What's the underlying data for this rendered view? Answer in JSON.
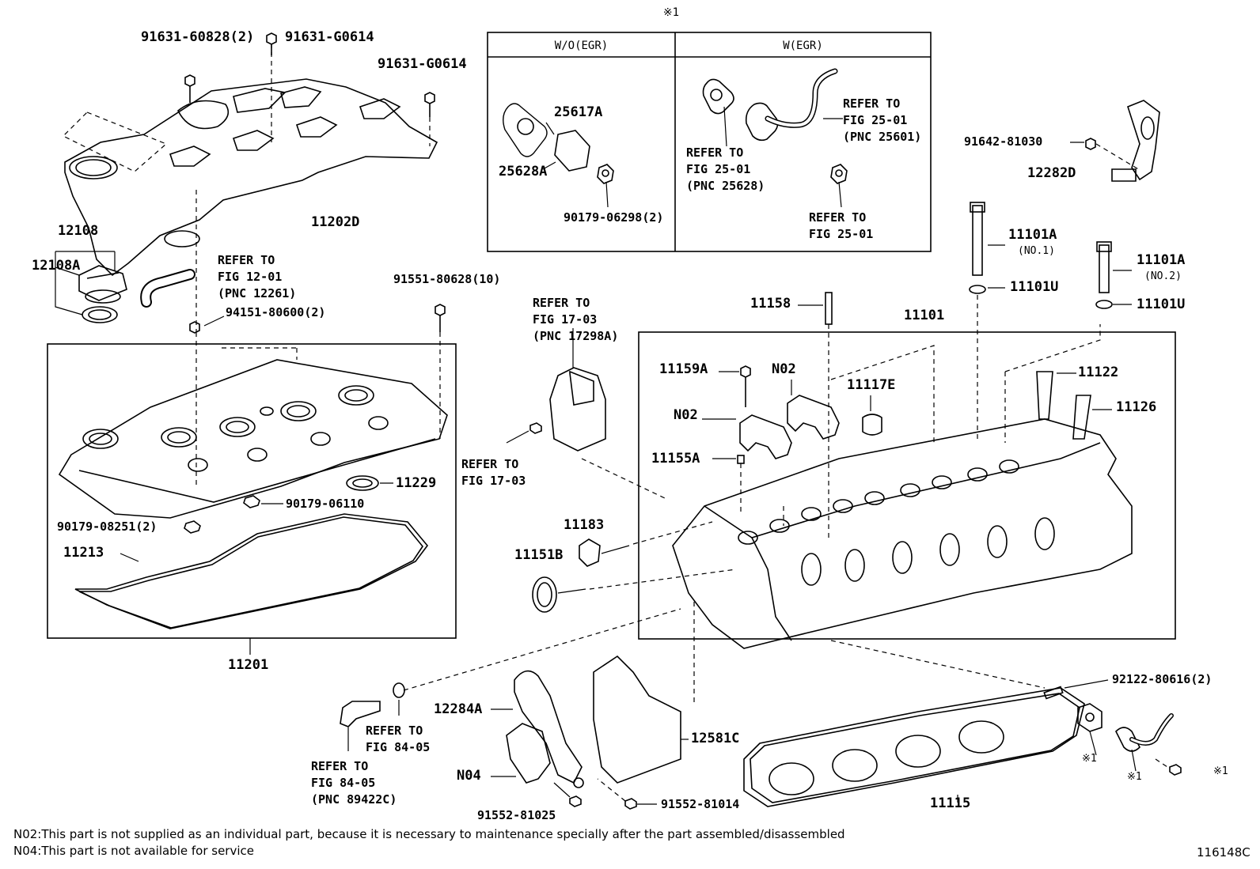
{
  "figure_id": "116148C",
  "egr_box": {
    "marker": "※1",
    "col_without": "W/O(EGR)",
    "col_with": "W(EGR)"
  },
  "labels": {
    "p91631_60828": "91631-60828(2)",
    "p91631_g0614_a": "91631-G0614",
    "p91631_g0614_b": "91631-G0614",
    "p11202d": "11202D",
    "p12108": "12108",
    "p12108a": "12108A",
    "ref_12_01": "REFER TO",
    "ref_12_01_fig": "FIG 12-01",
    "ref_12_01_pnc": "(PNC 12261)",
    "p94151": "94151-80600(2)",
    "p91551": "91551-80628(10)",
    "p25617a": "25617A",
    "p25628a": "25628A",
    "p90179_06298": "90179-06298(2)",
    "ref_25_01_a": "REFER TO",
    "ref_25_01_a_fig": "FIG 25-01",
    "ref_25_01_a_pnc": "(PNC 25601)",
    "ref_25_01_b": "REFER TO",
    "ref_25_01_b_fig": "FIG 25-01",
    "ref_25_01_b_pnc": "(PNC 25628)",
    "ref_25_01_c": "REFER TO",
    "ref_25_01_c_fig": "FIG 25-01",
    "p91642": "91642-81030",
    "p12282d": "12282D",
    "p11101a_1": "11101A",
    "p11101a_1_no": "(NO.1)",
    "p11101a_2": "11101A",
    "p11101a_2_no": "(NO.2)",
    "p11101u_1": "11101U",
    "p11101u_2": "11101U",
    "p11158": "11158",
    "p11101": "11101",
    "ref_17_03_a": "REFER TO",
    "ref_17_03_a_fig": "FIG 17-03",
    "ref_17_03_a_pnc": "(PNC 17298A)",
    "ref_17_03_b": "REFER TO",
    "ref_17_03_b_fig": "FIG 17-03",
    "p11159a": "11159A",
    "n02_a": "N02",
    "n02_b": "N02",
    "p11117e": "11117E",
    "p11122": "11122",
    "p11126": "11126",
    "p11155a": "11155A",
    "p11229": "11229",
    "p90179_06110": "90179-06110",
    "p90179_08251": "90179-08251(2)",
    "p11213": "11213",
    "p11183": "11183",
    "p11151b": "11151B",
    "p11201": "11201",
    "p92122": "92122-80616(2)",
    "p12284a": "12284A",
    "p12581c": "12581C",
    "ref_84_05_a": "REFER TO",
    "ref_84_05_a_fig": "FIG 84-05",
    "ref_84_05_b": "REFER TO",
    "ref_84_05_b_fig": "FIG 84-05",
    "ref_84_05_b_pnc": "(PNC 89422C)",
    "n04": "N04",
    "p91552_81025": "91552-81025",
    "p91552_81014": "91552-81014",
    "p11115": "11115",
    "marker_a": "※1",
    "marker_b": "※1",
    "marker_c": "※1"
  },
  "notes": {
    "n02": "N02:This part is not supplied as an individual part, because it is necessary to maintenance specially after the part assembled/disassembled",
    "n04": "N04:This part is not available for service"
  }
}
